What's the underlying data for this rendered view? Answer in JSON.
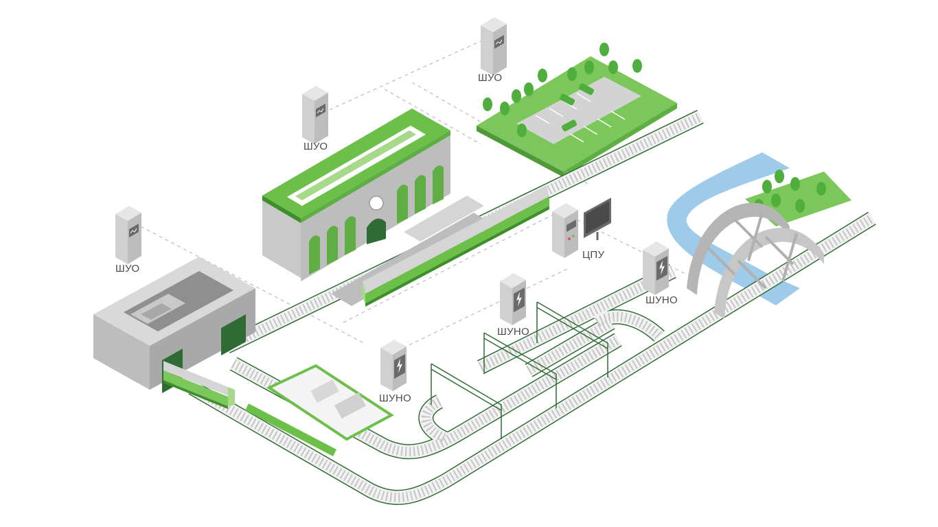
{
  "colors": {
    "green": "#6cc04a",
    "green_dark": "#3e8f2c",
    "green_light": "#a6d98a",
    "grey_light": "#e6e6e6",
    "grey_mid": "#c9c9c9",
    "grey_dark": "#a7a7a7",
    "river": "#9fcbea",
    "rail_green": "#2f6b34"
  },
  "cabinets": [
    {
      "id": "shuo-top",
      "label": "ШУО",
      "icon": "meter-icon"
    },
    {
      "id": "shuo-station",
      "label": "ШУО",
      "icon": "meter-icon"
    },
    {
      "id": "shuo-depot",
      "label": "ШУО",
      "icon": "meter-icon"
    },
    {
      "id": "cpu",
      "label": "ЦПУ",
      "icon": "control-panel-icon"
    },
    {
      "id": "shuno-right",
      "label": "ШУНО",
      "icon": "lightning-icon"
    },
    {
      "id": "shuno-mid",
      "label": "ШУНО",
      "icon": "lightning-icon"
    },
    {
      "id": "shuno-bottom",
      "label": "ШУНО",
      "icon": "lightning-icon"
    }
  ]
}
